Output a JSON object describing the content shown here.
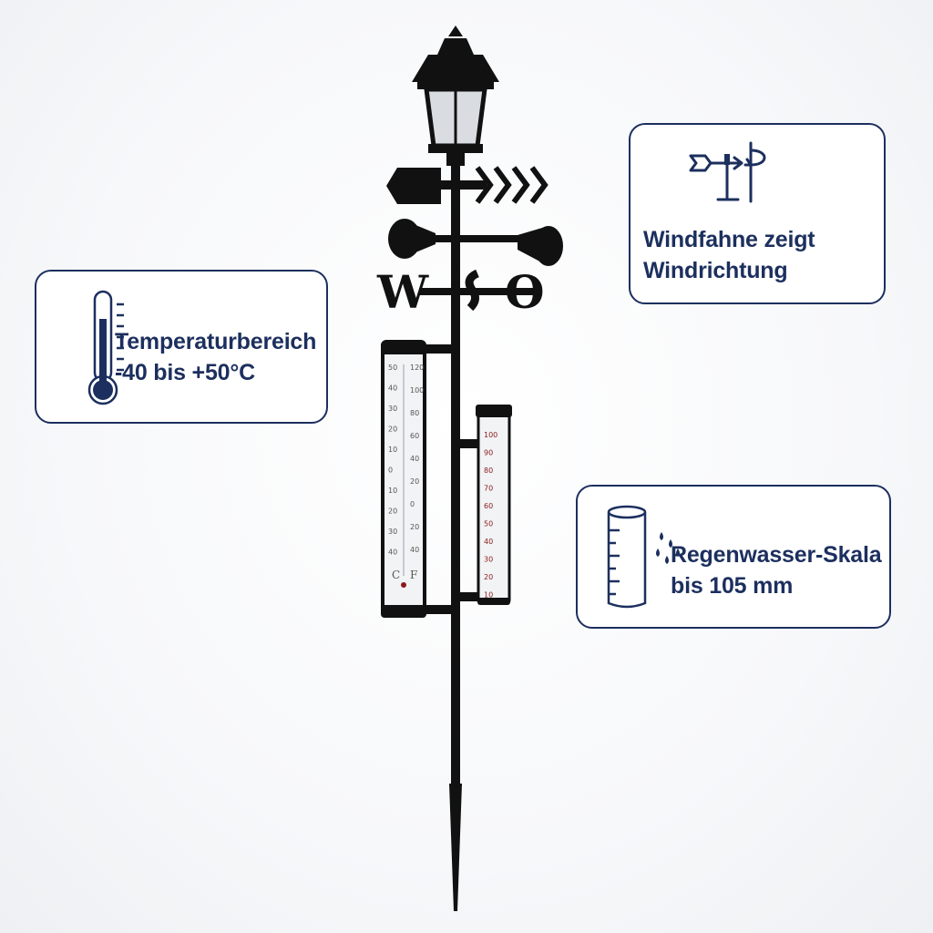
{
  "callouts": {
    "temperature": {
      "line1": "Temperaturbereich",
      "line2": "-40 bis +50°C",
      "icon": "thermometer-icon"
    },
    "wind": {
      "line1": "Windfahne zeigt",
      "line2": "Windrichtung",
      "icon": "weathervane-icon"
    },
    "rain": {
      "line1": "Regenwasser-Skala",
      "line2": "bis 105 mm",
      "icon": "rain-gauge-icon"
    }
  },
  "product": {
    "direction_letters": {
      "west": "W",
      "east": "O"
    },
    "thermometer_scale_c": [
      "50",
      "40",
      "30",
      "20",
      "10",
      "0",
      "10",
      "20",
      "30",
      "40"
    ],
    "thermometer_scale_f": [
      "120",
      "100",
      "80",
      "60",
      "40",
      "20",
      "0",
      "20",
      "40"
    ],
    "thermometer_units": {
      "c": "C",
      "f": "F"
    },
    "rain_gauge_scale": [
      "100",
      "90",
      "80",
      "70",
      "60",
      "50",
      "40",
      "30",
      "20",
      "10"
    ]
  },
  "colors": {
    "accent": "#1c2f5e",
    "product": "#111111",
    "background": "#f7f8fa"
  }
}
